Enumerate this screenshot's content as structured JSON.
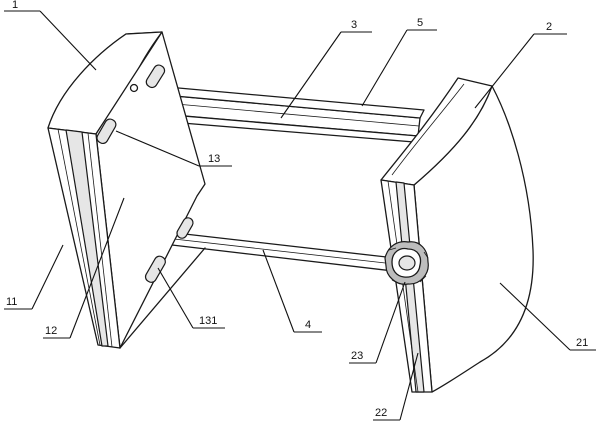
{
  "labels": {
    "l1": "1",
    "l2": "2",
    "l3": "3",
    "l4": "4",
    "l5": "5",
    "l11": "11",
    "l12": "12",
    "l13": "13",
    "l21": "21",
    "l22": "22",
    "l23": "23",
    "l131": "131"
  }
}
